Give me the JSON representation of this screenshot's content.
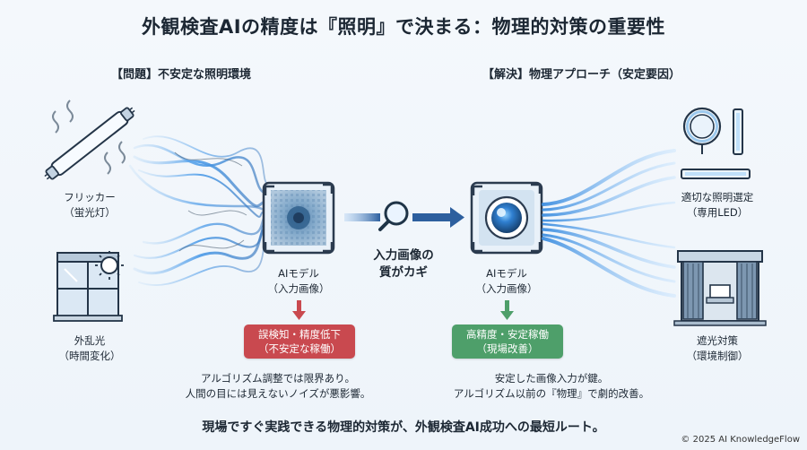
{
  "title": "外観検査AIの精度は『照明』で決まる：物理的対策の重要性",
  "problem": {
    "heading": "【問題】不安定な照明環境",
    "sources": [
      {
        "label": "フリッカー\n（蛍光灯）",
        "icon": "fluorescent-tube-icon"
      },
      {
        "label": "外乱光\n（時間変化）",
        "icon": "window-sunlight-icon"
      }
    ],
    "model_label": "AIモデル\n（入力画像）",
    "result_badge": "誤検知・精度低下\n（不安定な稼働）",
    "description": "アルゴリズム調整では限界あり。\n人間の目には見えないノイズが悪影響。"
  },
  "middle": {
    "caption": "入力画像の\n質がカギ",
    "icon": "magnifier-icon"
  },
  "solution": {
    "heading": "【解決】物理アプローチ（安定要因）",
    "model_label": "AIモデル\n（入力画像）",
    "result_badge": "高精度・安定稼働\n（現場改善）",
    "description": "安定した画像入力が鍵。\nアルゴリズム以前の『物理』で劇的改善。",
    "measures": [
      {
        "label": "適切な照明選定\n（専用LED）",
        "icon": "ring-light-led-icon"
      },
      {
        "label": "遮光対策\n（環境制御）",
        "icon": "shading-booth-icon"
      }
    ]
  },
  "conclusion": "現場ですぐ実践できる物理的対策が、外観検査AI成功への最短ルート。",
  "copyright": "© 2025 AI KnowledgeFlow",
  "colors": {
    "problem_badge": "#c9494f",
    "solution_badge": "#4e9f6a",
    "flow_blue": "#3f8fe0",
    "arrow_dark": "#2d5f9e"
  }
}
